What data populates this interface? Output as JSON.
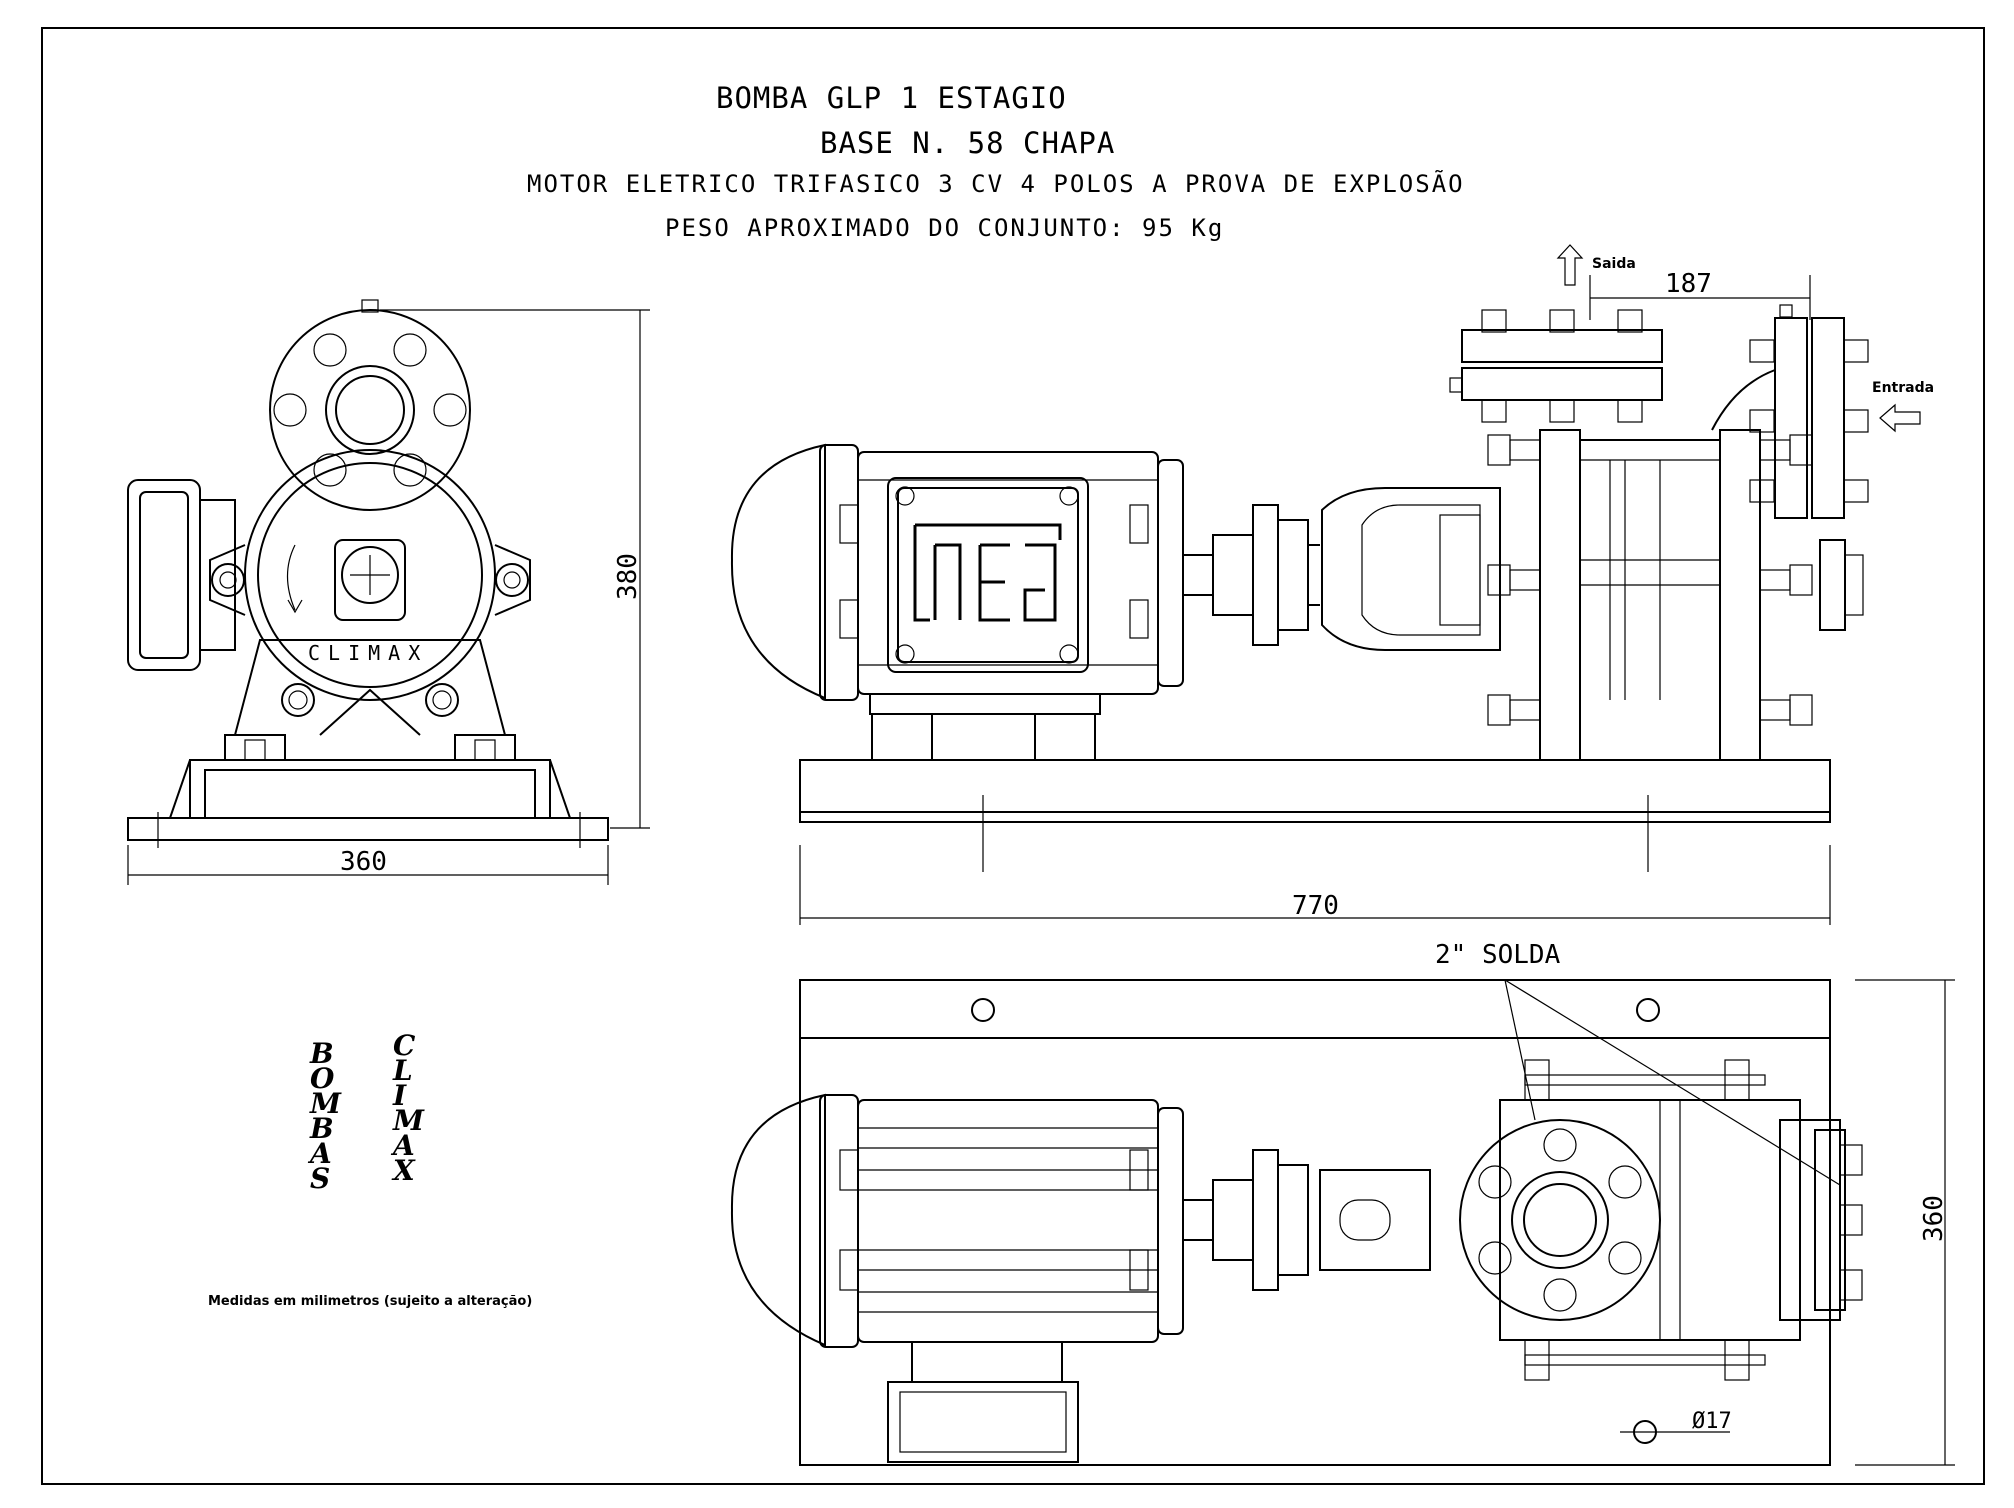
{
  "title": {
    "line1": "BOMBA GLP 1 ESTAGIO",
    "line2": "BASE N. 58 CHAPA",
    "line3": "MOTOR ELETRICO TRIFASICO 3 CV 4 POLOS A PROVA DE EXPLOSÃO",
    "line4": "PESO APROXIMADO DO CONJUNTO:  95 Kg"
  },
  "labels": {
    "outlet": "Saida",
    "inlet": "Entrada",
    "weld": "2\" SOLDA",
    "hole": "Ø17",
    "pump_brand": "CLIMAX",
    "motor_brand": "WEG"
  },
  "dimensions": {
    "front_width": "360",
    "front_height": "380",
    "side_length": "770",
    "flange_offset": "187",
    "plan_width": "360"
  },
  "logo": {
    "word1": [
      "B",
      "O",
      "M",
      "B",
      "A",
      "S"
    ],
    "word2": [
      "C",
      "L",
      "I",
      "M",
      "A",
      "X"
    ]
  },
  "note": "Medidas em milimetros (sujeito a alteração)"
}
